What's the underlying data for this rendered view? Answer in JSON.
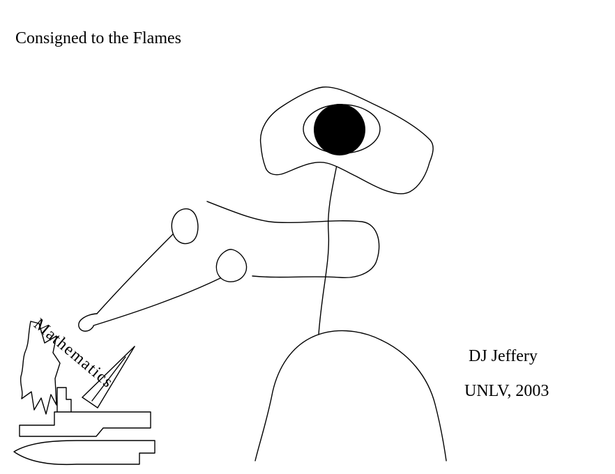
{
  "page": {
    "title": "Consigned to the Flames",
    "book_label": "Mathematics",
    "signature": {
      "line1": "DJ Jeffery",
      "line2": "UNLV, 2003"
    },
    "colors": {
      "ink": "#000000",
      "background": "#ffffff",
      "pupil": "#000000"
    }
  }
}
